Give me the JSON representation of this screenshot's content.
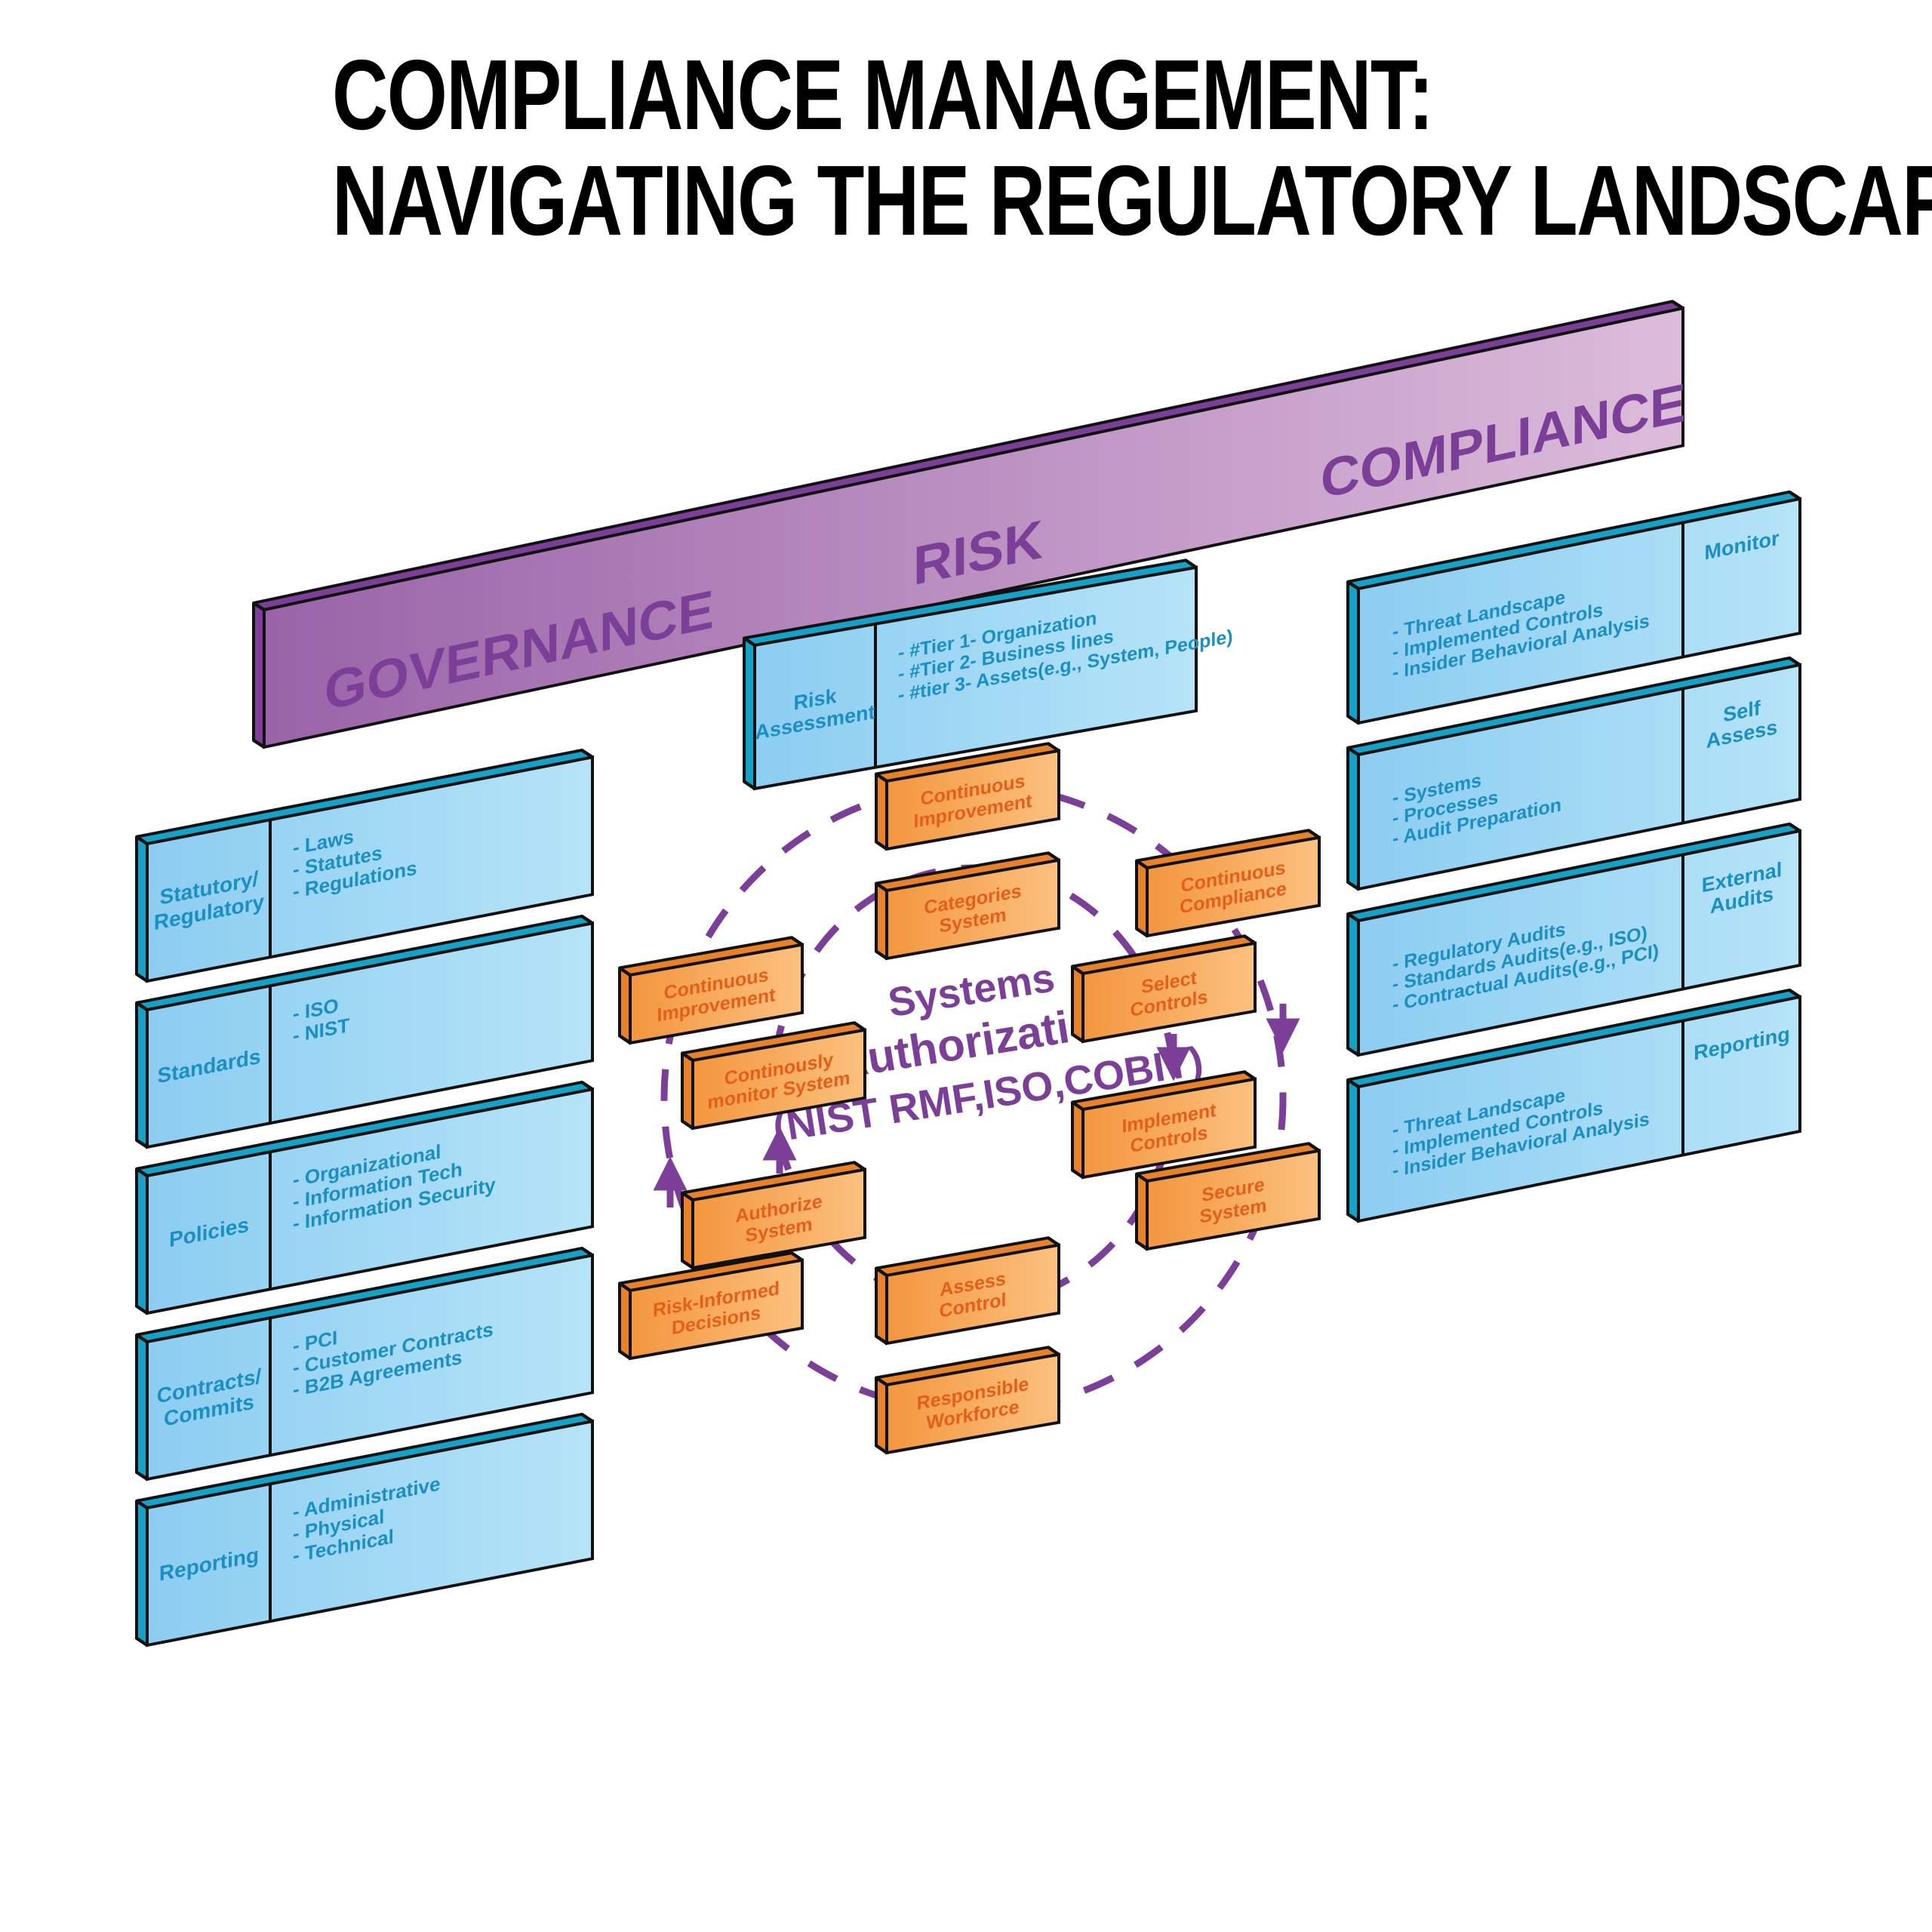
{
  "title": {
    "line1": "COMPLIANCE MANAGEMENT:",
    "line2": "NAVIGATING THE REGULATORY LANDSCAPE"
  },
  "banner": {
    "governance": "GOVERNANCE",
    "risk": "RISK",
    "compliance": "COMPLIANCE"
  },
  "colors": {
    "purple": "#7b3f98",
    "blue_text": "#1b8fc4",
    "blue_face": "#95d3f3",
    "blue_side": "#16a2c6",
    "orange_text": "#e35f1a",
    "orange_face": "#f39a45",
    "orange_side": "#e8822a"
  },
  "governance_blocks": [
    {
      "label": "Statutory/\nRegulatory",
      "items": [
        "- Laws",
        "- Statutes",
        "- Regulations"
      ]
    },
    {
      "label": "Standards",
      "items": [
        "- ISO",
        "- NIST"
      ]
    },
    {
      "label": "Policies",
      "items": [
        "- Organizational",
        "- Information Tech",
        "- Information Security"
      ]
    },
    {
      "label": "Contracts/\nCommits",
      "items": [
        "- PCI",
        "- Customer Contracts",
        "- B2B Agreements"
      ]
    },
    {
      "label": "Reporting",
      "items": [
        "- Administrative",
        "- Physical",
        "- Technical"
      ]
    }
  ],
  "risk_block": {
    "label": "Risk\nAssessment",
    "items": [
      "- #Tier 1- Organization",
      "- #Tier 2- Business lines",
      "- #tier 3- Assets(e.g., System, People)"
    ]
  },
  "compliance_blocks": [
    {
      "label": "Monitor",
      "items": [
        "- Threat Landscape",
        "- Implemented Controls",
        "- Insider Behavioral Analysis"
      ]
    },
    {
      "label": "Self\nAssess",
      "items": [
        "- Systems",
        "- Processes",
        "- Audit Preparation"
      ]
    },
    {
      "label": "External\nAudits",
      "items": [
        "- Regulatory Audits",
        "- Standards Audits(e.g., ISO)",
        "- Contractual Audits(e.g., PCI)"
      ]
    },
    {
      "label": "Reporting",
      "items": [
        "- Threat Landscape",
        "- Implemented Controls",
        "- Insider Behavioral Analysis"
      ]
    }
  ],
  "center": {
    "line1": "Systems",
    "line2": "Authorization",
    "line3": "(NIST RMF,ISO,COBIT)"
  },
  "cycle_steps": [
    "Continuous\nImprovement",
    "Categories\nSystem",
    "Continuous\nCompliance",
    "Continuous\nImprovement",
    "Select\nControls",
    "Continously\nmonitor System",
    "Implement\nControls",
    "Secure\nSystem",
    "Authorize\nSystem",
    "Risk-Informed\nDecisions",
    "Assess\nControl",
    "Responsible\nWorkforce"
  ]
}
